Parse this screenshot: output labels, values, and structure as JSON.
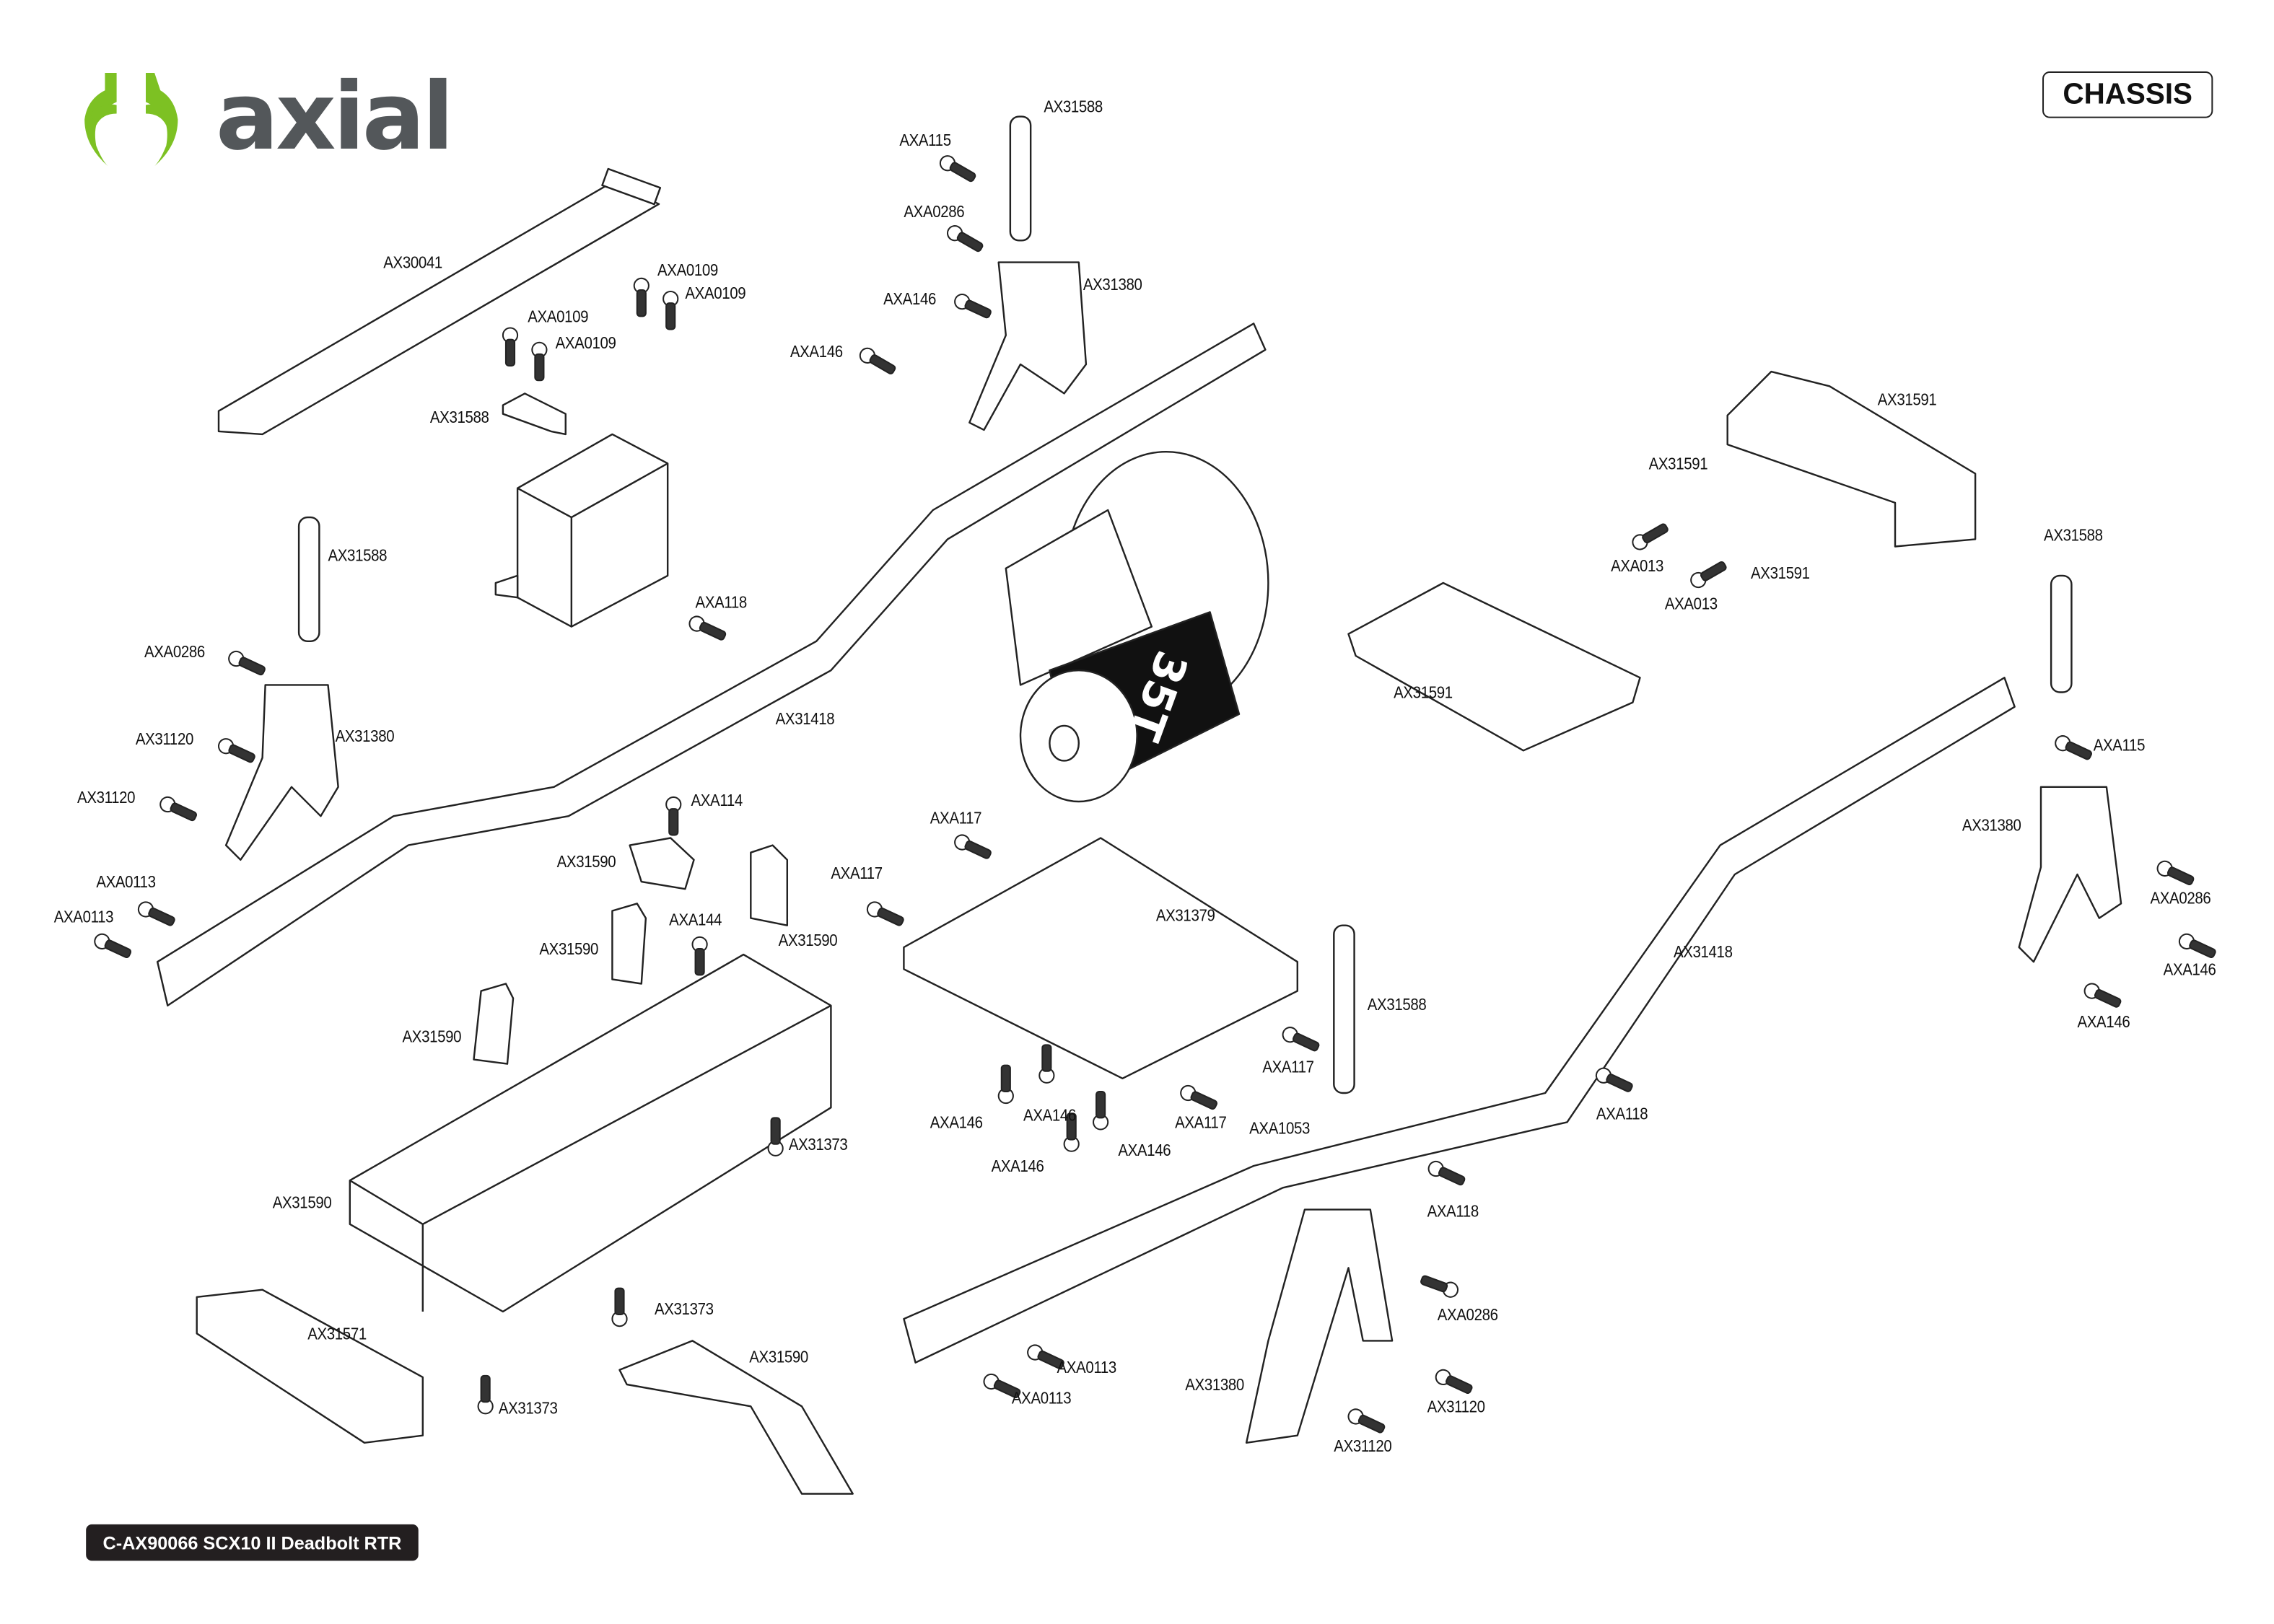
{
  "brand": {
    "logo_text": "axial",
    "logo_color": "#7dc123",
    "logo_text_color": "#53575a"
  },
  "header": {
    "section_title": "CHASSIS"
  },
  "footer": {
    "model_label": "C-AX90066 SCX10 II Deadbolt RTR"
  },
  "motor_label": "35T",
  "callouts": [
    "AX31588",
    "AXA115",
    "AXA0286",
    "AX31380",
    "AXA146",
    "AXA146",
    "AX30041",
    "AXA0109",
    "AXA0109",
    "AXA0109",
    "AXA0109",
    "AX31588",
    "AX31588",
    "AXA118",
    "AXA0286",
    "AX31120",
    "AX31380",
    "AX31120",
    "AX31418",
    "AXA0113",
    "AXA0113",
    "AXA114",
    "AX31590",
    "AX31590",
    "AXA144",
    "AX31590",
    "AX31590",
    "AXA117",
    "AXA117",
    "AX31379",
    "AX31588",
    "AXA117",
    "AXA146",
    "AXA146",
    "AXA117",
    "AXA146",
    "AXA146",
    "AXA1053",
    "AX31373",
    "AX31590",
    "AX31571",
    "AX31373",
    "AX31373",
    "AX31590",
    "AXA0113",
    "AXA0113",
    "AX31380",
    "AX31120",
    "AX31120",
    "AXA0286",
    "AXA118",
    "AXA118",
    "AX31418",
    "AX31591",
    "AX31591",
    "AXA013",
    "AXA013",
    "AX31591",
    "AX31591",
    "AX31588",
    "AXA115",
    "AX31380",
    "AXA0286",
    "AXA146",
    "AXA146"
  ]
}
